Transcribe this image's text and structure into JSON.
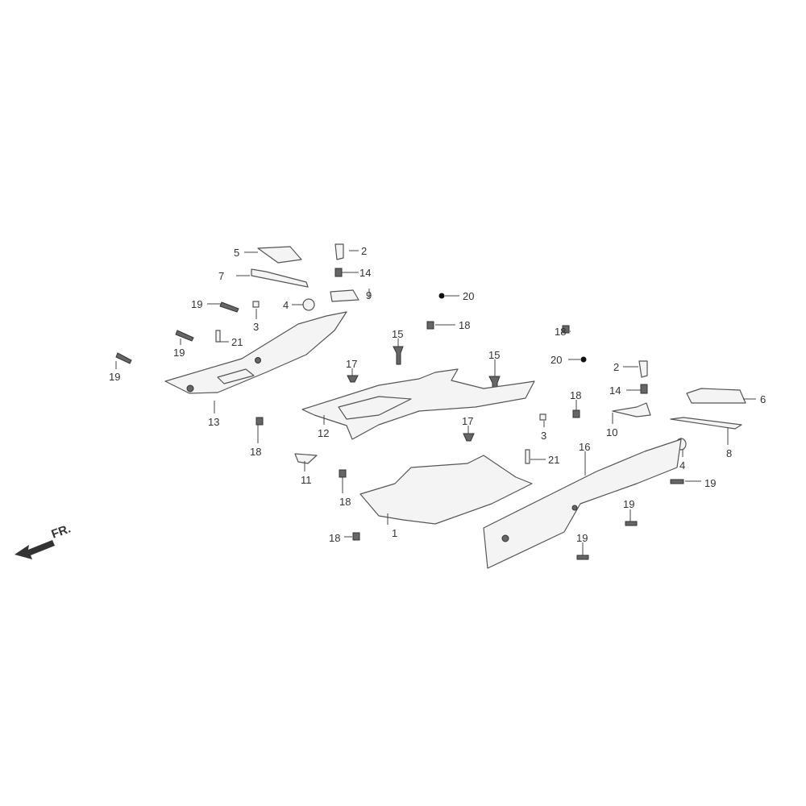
{
  "diagram": {
    "direction_label": "FR.",
    "callouts": [
      "5",
      "2",
      "14",
      "7",
      "19",
      "4",
      "9",
      "20",
      "3",
      "18",
      "21",
      "19",
      "15",
      "18",
      "19",
      "20",
      "2",
      "17",
      "15",
      "14",
      "6",
      "18",
      "13",
      "12",
      "3",
      "10",
      "17",
      "18",
      "16",
      "8",
      "21",
      "4",
      "11",
      "19",
      "18",
      "19",
      "1",
      "18",
      "19"
    ]
  }
}
